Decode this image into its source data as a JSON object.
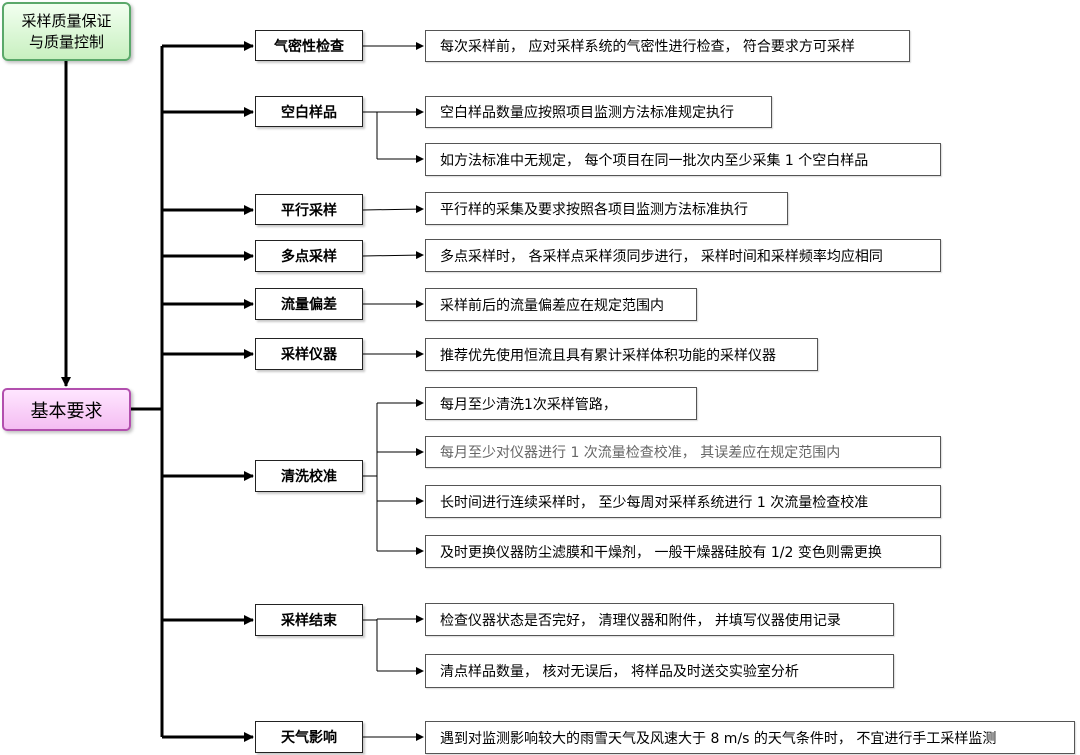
{
  "top_node": {
    "line1": "采样质量保证",
    "line2": "与质量控制"
  },
  "root_node": {
    "label": "基本要求"
  },
  "categories": [
    {
      "label": "气密性检查",
      "items": [
        "每次采样前， 应对采样系统的气密性进行检查， 符合要求方可采样"
      ]
    },
    {
      "label": "空白样品",
      "items": [
        "空白样品数量应按照项目监测方法标准规定执行",
        "如方法标准中无规定， 每个项目在同一批次内至少采集 1 个空白样品"
      ]
    },
    {
      "label": "平行采样",
      "items": [
        "平行样的采集及要求按照各项目监测方法标准执行"
      ]
    },
    {
      "label": "多点采样",
      "items": [
        "多点采样时， 各采样点采样须同步进行， 采样时间和采样频率均应相同"
      ]
    },
    {
      "label": "流量偏差",
      "items": [
        "采样前后的流量偏差应在规定范围内"
      ]
    },
    {
      "label": "采样仪器",
      "items": [
        "推荐优先使用恒流且具有累计采样体积功能的采样仪器"
      ]
    },
    {
      "label": "清洗校准",
      "items": [
        "每月至少清洗1次采样管路，",
        "每月至少对仪器进行 1 次流量检查校准， 其误差应在规定范围内",
        "长时间进行连续采样时， 至少每周对采样系统进行 1 次流量检查校准",
        "及时更换仪器防尘滤膜和干燥剂， 一般干燥器硅胶有 1/2 变色则需更换"
      ]
    },
    {
      "label": "采样结束",
      "items": [
        "检查仪器状态是否完好， 清理仪器和附件， 并填写仪器使用记录",
        "清点样品数量， 核对无误后， 将样品及时送交实验室分析"
      ]
    },
    {
      "label": "天气影响",
      "items": [
        "遇到对监测影响较大的雨雪天气及风速大于 8 m/s 的天气条件时， 不宜进行手工采样监测"
      ]
    }
  ]
}
